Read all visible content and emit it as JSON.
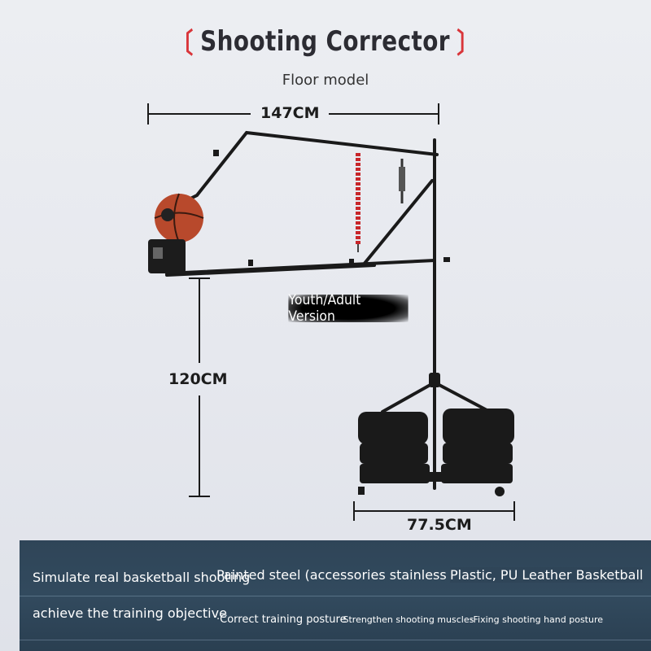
{
  "title": "Shooting Corrector",
  "subtitle": "Floor model",
  "dimensions": {
    "width": "147CM",
    "height": "120CM",
    "base": "77.5CM"
  },
  "version_label": "Youth/Adult Version",
  "features": {
    "line1": "Simulate real basketball shooting",
    "line2": "achieve the training objective",
    "material_frame": "Painted steel (accessories stainless steel)",
    "material_ball": "Plastic, PU Leather Basketball",
    "benefit1": "·Correct training posture",
    "benefit2": "·Strengthen shooting muscles",
    "benefit3": "·Fixing shooting hand posture"
  },
  "colors": {
    "accent": "#d9353a",
    "panel": "#2f4558",
    "ball": "#b8492c",
    "frame": "#1a1a1a",
    "cord": "#c8262a"
  }
}
